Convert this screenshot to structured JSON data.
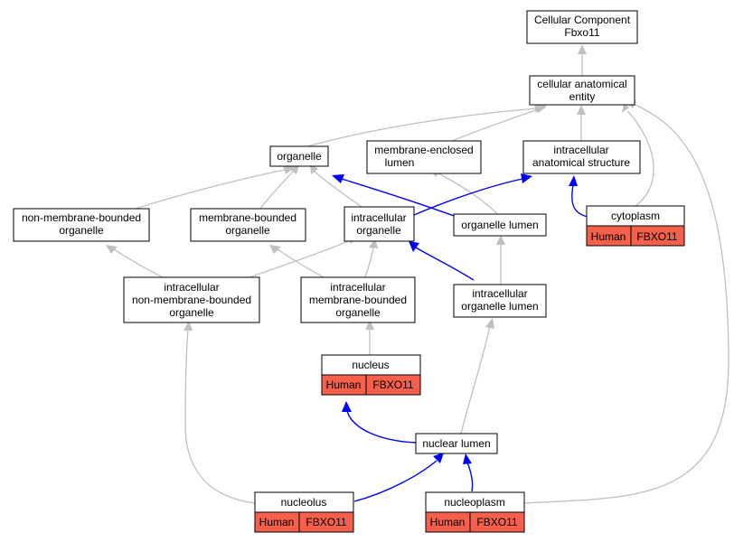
{
  "nodes": {
    "root": {
      "line1": "Cellular Component",
      "line2": "Fbxo11"
    },
    "cae": {
      "line1": "cellular anatomical",
      "line2": "entity"
    },
    "organelle": {
      "line1": "organelle"
    },
    "mel": {
      "line1": "membrane-enclosed",
      "line2": "lumen"
    },
    "ias": {
      "line1": "intracellular",
      "line2": "anatomical structure"
    },
    "nmbo": {
      "line1": "non-membrane-bounded",
      "line2": "organelle"
    },
    "mbo": {
      "line1": "membrane-bounded",
      "line2": "organelle"
    },
    "io": {
      "line1": "intracellular",
      "line2": "organelle"
    },
    "ol": {
      "line1": "organelle lumen"
    },
    "cyto": {
      "line1": "cytoplasm",
      "species": "Human",
      "gene": "FBXO11"
    },
    "inmbo": {
      "line1": "intracellular",
      "line2": "non-membrane-bounded",
      "line3": "organelle"
    },
    "imbo": {
      "line1": "intracellular",
      "line2": "membrane-bounded",
      "line3": "organelle"
    },
    "iol": {
      "line1": "intracellular",
      "line2": "organelle lumen"
    },
    "nucleus": {
      "line1": "nucleus",
      "species": "Human",
      "gene": "FBXO11"
    },
    "nl": {
      "line1": "nuclear lumen"
    },
    "nucleolus": {
      "line1": "nucleolus",
      "species": "Human",
      "gene": "FBXO11"
    },
    "nucleoplasm": {
      "line1": "nucleoplasm",
      "species": "Human",
      "gene": "FBXO11"
    }
  },
  "colors": {
    "is_a_edge": "#c0c0c0",
    "part_of_edge": "#0000ff",
    "annotation_fill": "#f4604b"
  }
}
